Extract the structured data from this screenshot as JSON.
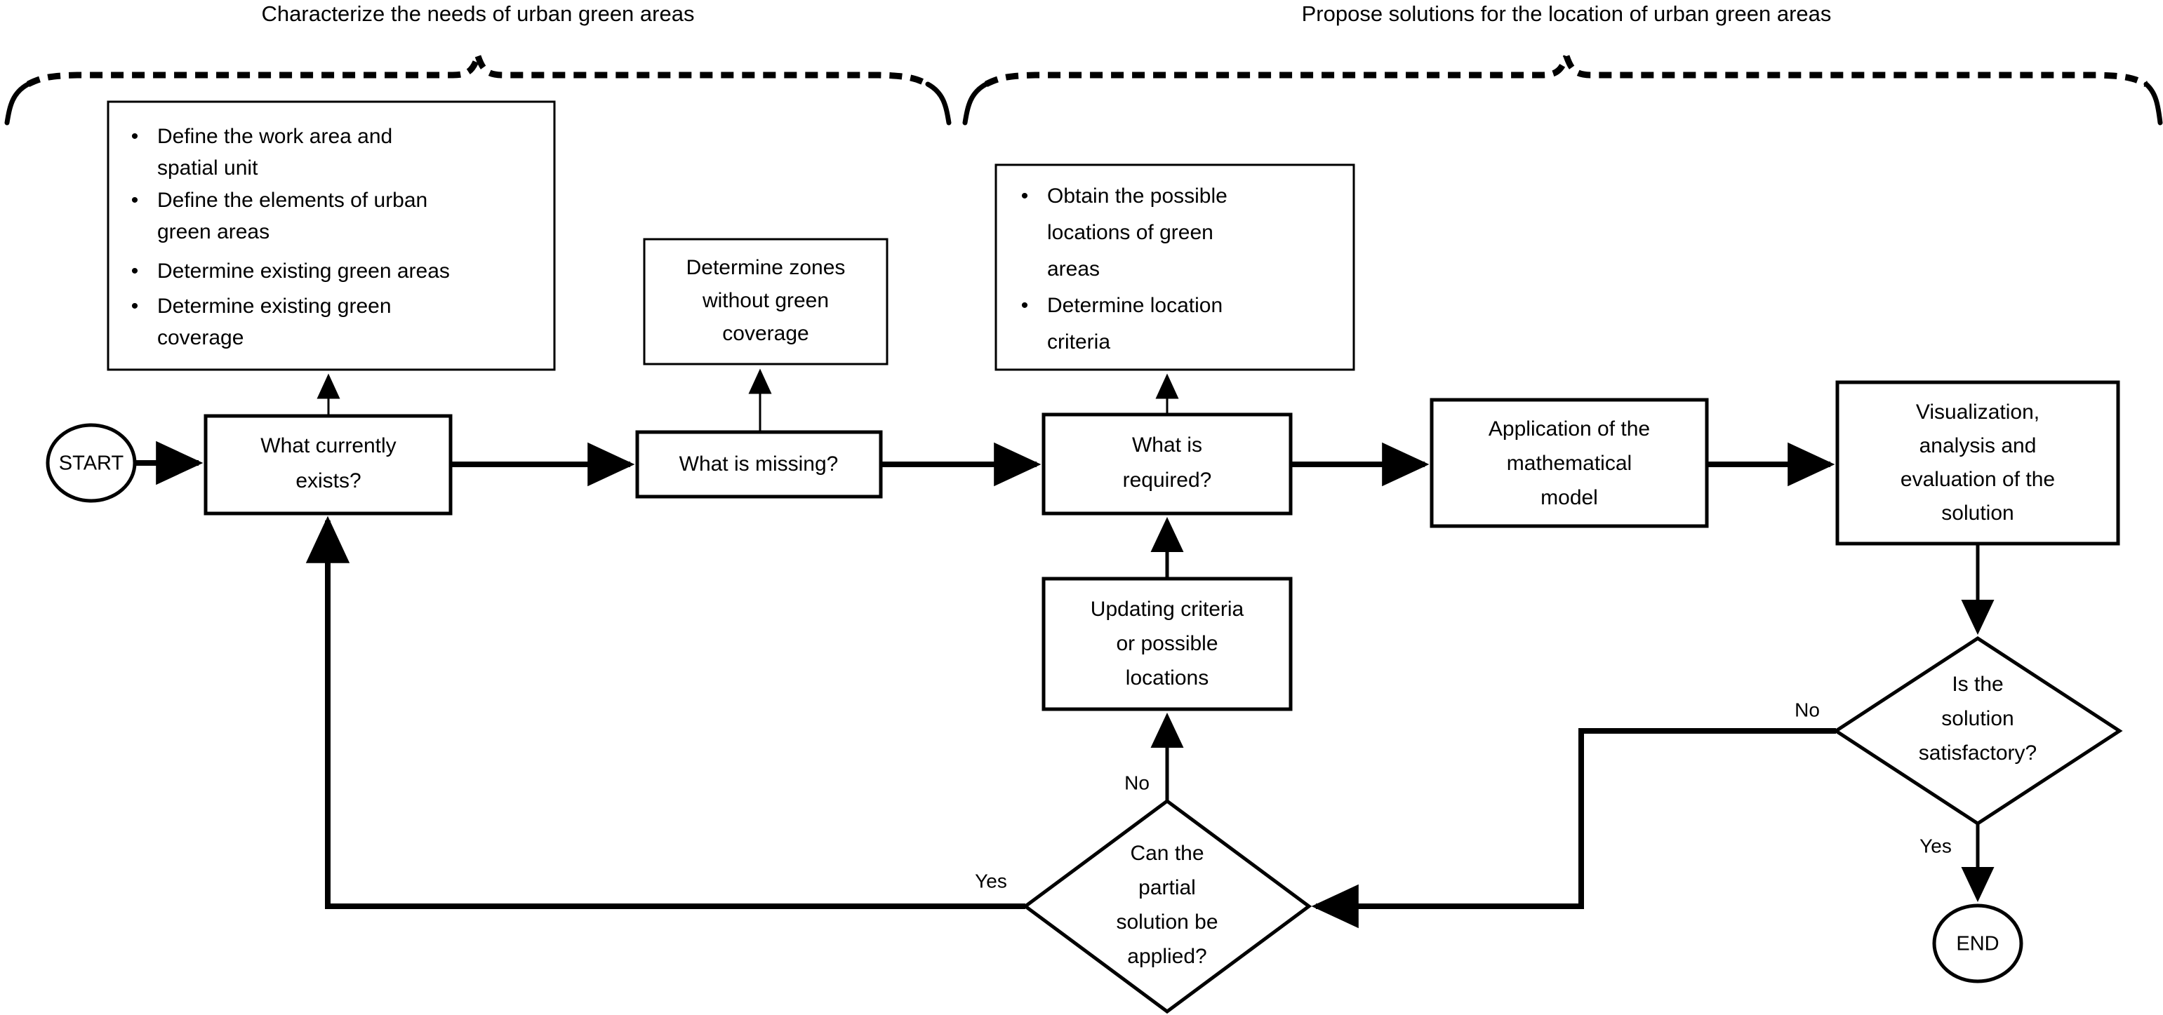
{
  "diagram": {
    "type": "flowchart",
    "orientation": "left-to-right",
    "background_color": "#ffffff",
    "line_color": "#000000"
  },
  "phases": [
    {
      "id": "phase-characterize",
      "title": "Characterize the needs of urban green areas"
    },
    {
      "id": "phase-propose",
      "title": "Propose solutions for the location of urban green areas"
    }
  ],
  "terminators": {
    "start_label": "START",
    "end_label": "END"
  },
  "process_nodes": {
    "what_exists": {
      "line1": "What currently",
      "line2": "exists?"
    },
    "what_missing": {
      "line1": "What is missing?"
    },
    "what_required": {
      "line1": "What is",
      "line2": "required?"
    },
    "math_model": {
      "line1": "Application of the",
      "line2": "mathematical",
      "line3": "model"
    },
    "visualization": {
      "line1": "Visualization,",
      "line2": "analysis and",
      "line3": "evaluation of the",
      "line4": "solution"
    },
    "updating": {
      "line1": "Updating criteria",
      "line2": "or possible",
      "line3": "locations"
    },
    "determine_zones": {
      "line1": "Determine zones",
      "line2": "without green",
      "line3": "coverage"
    }
  },
  "detail_boxes": {
    "needs_box": {
      "bullet_char": "•",
      "bullets": [
        {
          "lines": [
            "Define the work area and",
            "spatial unit"
          ]
        },
        {
          "lines": [
            "Define the elements of urban",
            "green areas"
          ]
        },
        {
          "lines": [
            "Determine existing green areas"
          ]
        },
        {
          "lines": [
            "Determine existing green",
            "coverage"
          ]
        }
      ]
    },
    "locations_box": {
      "bullet_char": "•",
      "bullets": [
        {
          "lines": [
            "Obtain the possible",
            "locations of green",
            "areas"
          ]
        },
        {
          "lines": [
            "Determine location",
            "criteria"
          ]
        }
      ]
    }
  },
  "decisions": {
    "solution_satisfactory": {
      "line1": "Is the",
      "line2": "solution",
      "line3": "satisfactory?",
      "branch_no": "No",
      "branch_yes": "Yes"
    },
    "partial_solution": {
      "line1": "Can the",
      "line2": "partial",
      "line3": "solution be",
      "line4": "applied?",
      "branch_no": "No",
      "branch_yes": "Yes"
    }
  }
}
